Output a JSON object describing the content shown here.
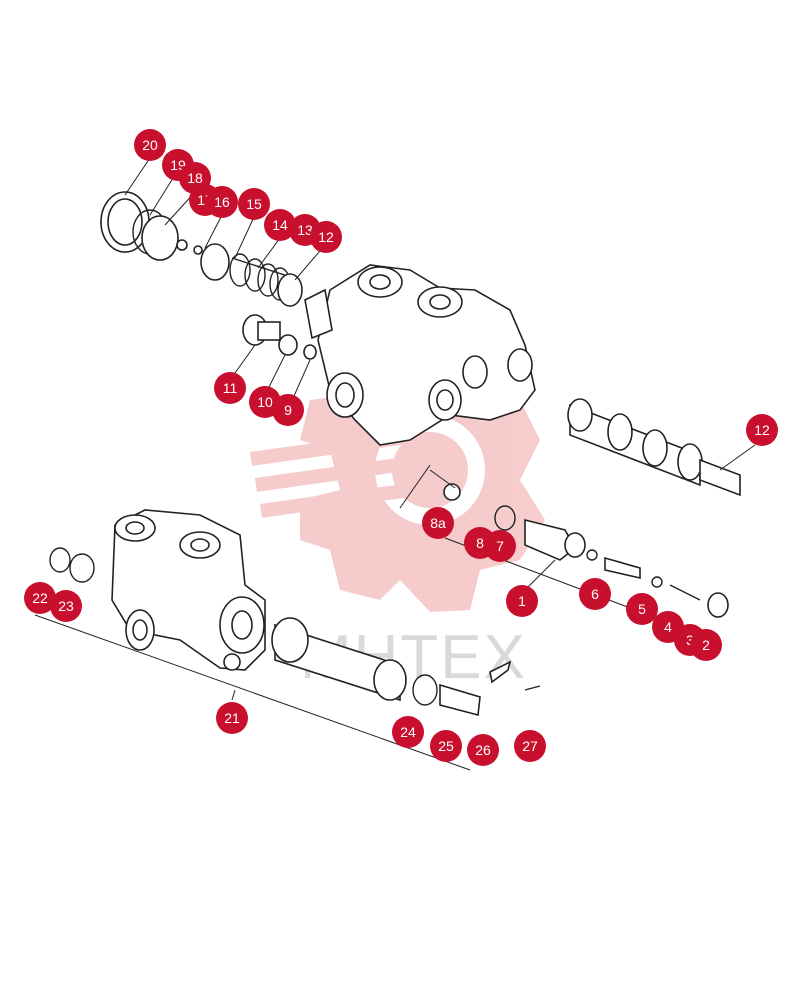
{
  "watermark": {
    "text": "MHTEX"
  },
  "colors": {
    "callout": "#c8102e",
    "watermark_logo": "#f5c6c6",
    "line": "#222222"
  },
  "callouts": [
    {
      "id": "c20",
      "label": "20"
    },
    {
      "id": "c19",
      "label": "19"
    },
    {
      "id": "c18",
      "label": "18"
    },
    {
      "id": "c17",
      "label": "17"
    },
    {
      "id": "c16",
      "label": "16"
    },
    {
      "id": "c15",
      "label": "15"
    },
    {
      "id": "c14",
      "label": "14"
    },
    {
      "id": "c13",
      "label": "13"
    },
    {
      "id": "c12a",
      "label": "12"
    },
    {
      "id": "c11",
      "label": "11"
    },
    {
      "id": "c10",
      "label": "10"
    },
    {
      "id": "c9",
      "label": "9"
    },
    {
      "id": "c12b",
      "label": "12"
    },
    {
      "id": "c8a",
      "label": "8a"
    },
    {
      "id": "c8",
      "label": "8"
    },
    {
      "id": "c7",
      "label": "7"
    },
    {
      "id": "c1",
      "label": "1"
    },
    {
      "id": "c6",
      "label": "6"
    },
    {
      "id": "c5",
      "label": "5"
    },
    {
      "id": "c4",
      "label": "4"
    },
    {
      "id": "c3",
      "label": "3"
    },
    {
      "id": "c2",
      "label": "2"
    },
    {
      "id": "c22",
      "label": "22"
    },
    {
      "id": "c23",
      "label": "23"
    },
    {
      "id": "c21",
      "label": "21"
    },
    {
      "id": "c24",
      "label": "24"
    },
    {
      "id": "c25",
      "label": "25"
    },
    {
      "id": "c26",
      "label": "26"
    },
    {
      "id": "c27",
      "label": "27"
    }
  ]
}
